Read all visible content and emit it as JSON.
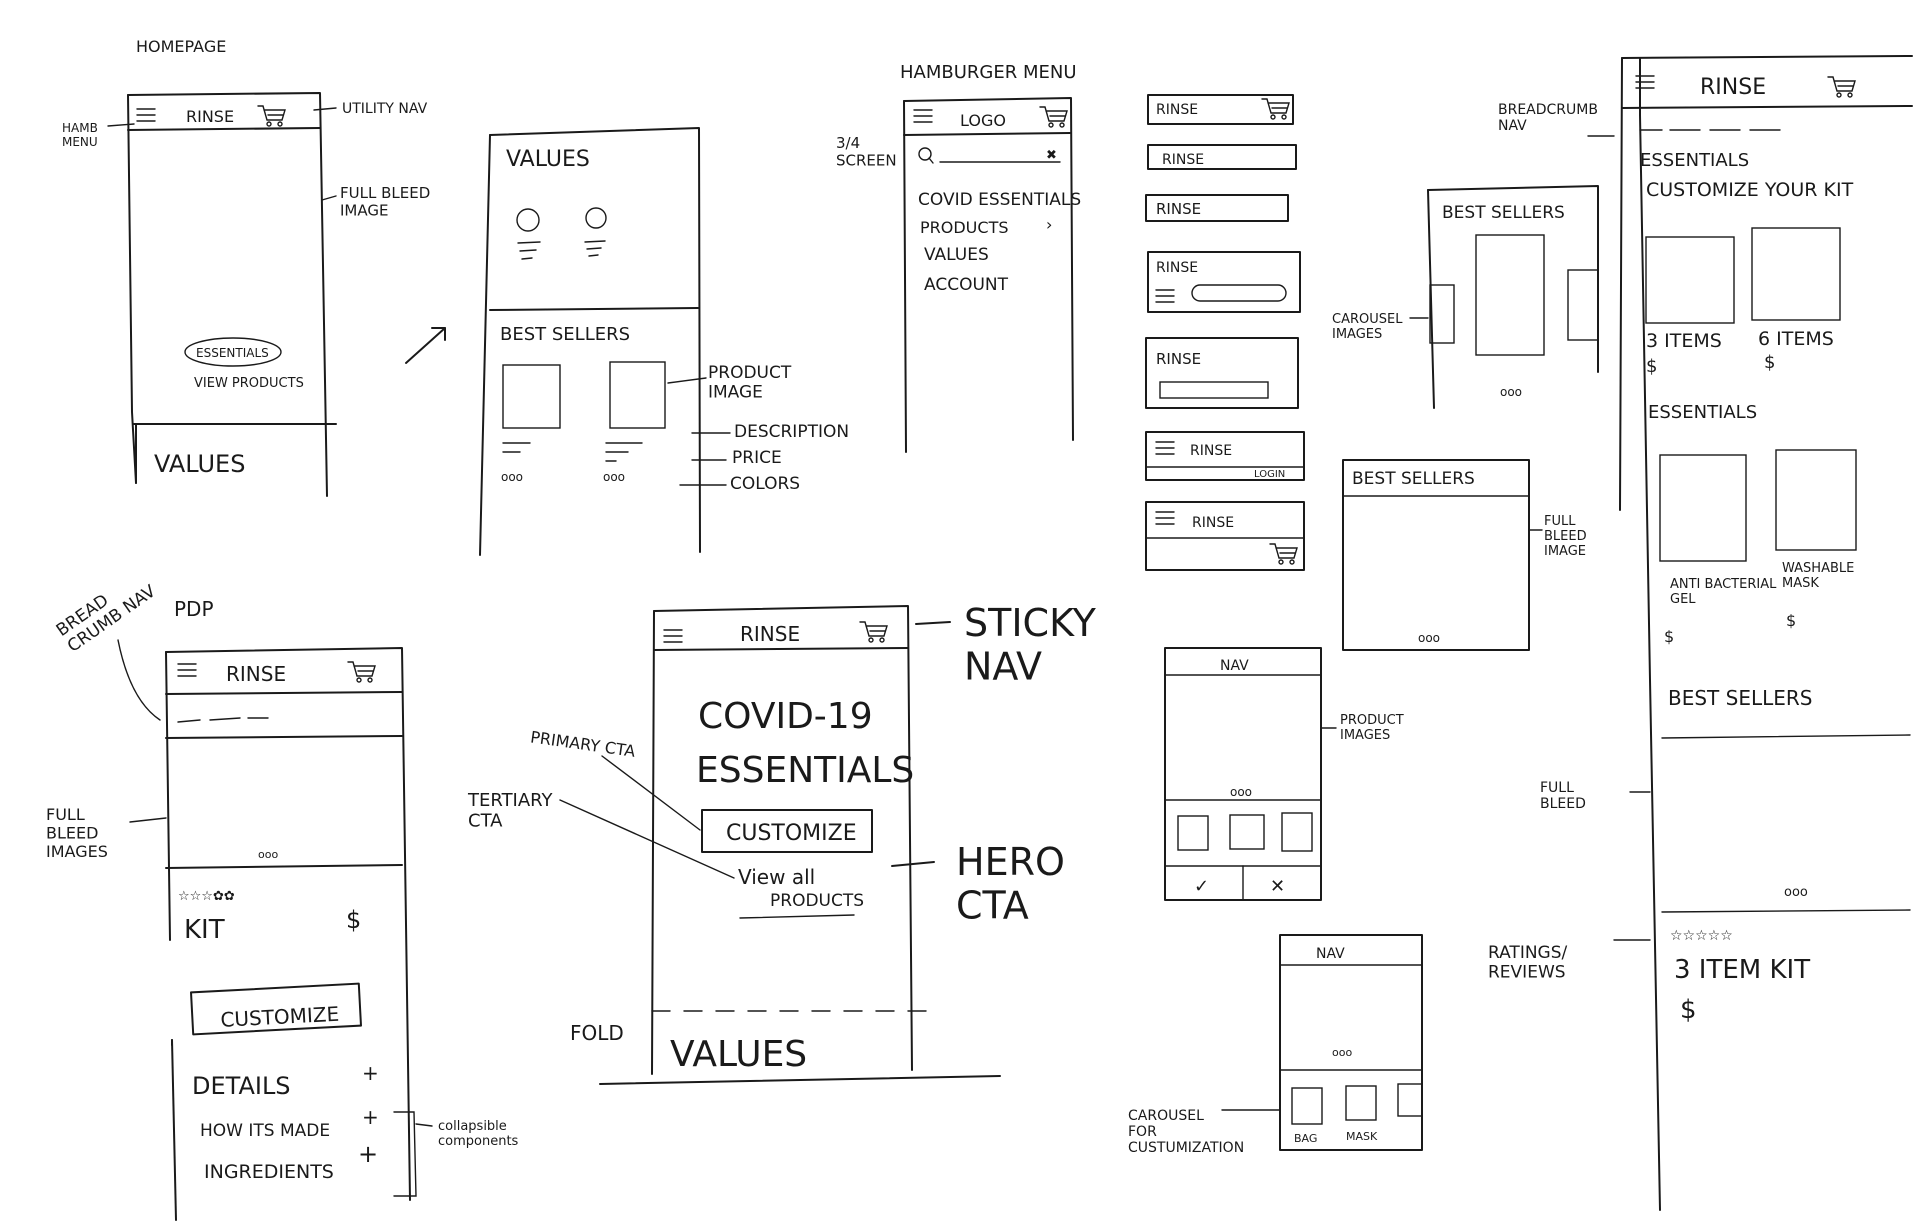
{
  "brand": "RINSE",
  "homepage": {
    "title": "HOMEPAGE",
    "annotations": {
      "hamb_menu": "HAMB\nMENU",
      "utility_nav": "UTILITY NAV",
      "full_bleed": "FULL BLEED\nIMAGE"
    },
    "essentials_button": "ESSENTIALS",
    "view_products": "VIEW PRODUCTS",
    "values": "VALUES"
  },
  "values_screen": {
    "values": "VALUES",
    "best_sellers": "BEST SELLERS",
    "annotations": {
      "product_image": "PRODUCT\nIMAGE",
      "description": "DESCRIPTION",
      "price": "PRICE",
      "colors": "COLORS"
    }
  },
  "hamburger_menu": {
    "title": "HAMBURGER MENU",
    "size_note": "3/4\nSCREEN",
    "logo": "LOGO",
    "items": [
      "COVID ESSENTIALS",
      "PRODUCTS",
      "VALUES",
      "ACCOUNT"
    ]
  },
  "nav_variations": {
    "login": "LOGIN"
  },
  "pdp": {
    "title": "PDP",
    "breadcrumb_label": "BREAD\nCRUMB NAV",
    "full_bleed_label": "FULL\nBLEED\nIMAGES",
    "rating": "☆☆☆✿✿",
    "kit": "KIT",
    "price": "$",
    "customize": "CUSTOMIZE",
    "accordion": [
      {
        "label": "DETAILS",
        "toggle": "+"
      },
      {
        "label": "HOW ITS MADE",
        "toggle": "+"
      },
      {
        "label": "INGREDIENTS",
        "toggle": "+"
      }
    ],
    "collapsible_note": "collapsible\ncomponents"
  },
  "hero": {
    "sticky_nav": "STICKY\nNAV",
    "headline": [
      "COVID-19",
      "ESSENTIALS"
    ],
    "primary_cta_label": "PRIMARY CTA",
    "tertiary_cta_label": "TERTIARY\nCTA",
    "customize": "CUSTOMIZE",
    "view_all": [
      "View all",
      "PRODUCTS"
    ],
    "hero_cta": "HERO\nCTA",
    "fold": "FOLD",
    "values": "VALUES"
  },
  "carousel_best_sellers": {
    "title": "BEST SELLERS",
    "annotation": "CAROUSEL\nIMAGES",
    "dots": "ooo"
  },
  "full_bleed_best_sellers": {
    "title": "BEST SELLERS",
    "annotation": "FULL\nBLEED\nIMAGE",
    "dots": "ooo"
  },
  "product_images_screen": {
    "nav": "NAV",
    "annotation": "PRODUCT\nIMAGES",
    "dots": "ooo"
  },
  "customization_screen": {
    "nav": "NAV",
    "items": [
      "BAG",
      "MASK"
    ],
    "annotation": "CAROUSEL\nFOR\nCUSTUMIZATION",
    "dots": "ooo"
  },
  "right_page": {
    "breadcrumb_label": "BREADCRUMB\nNAV",
    "essentials": "ESSENTIALS",
    "customize_kit": "CUSTOMIZE YOUR KIT",
    "kits": [
      {
        "label": "3 ITEMS",
        "price": "$"
      },
      {
        "label": "6 ITEMS",
        "price": "$"
      }
    ],
    "essentials2": "ESSENTIALS",
    "products": [
      {
        "label": "ANTI BACTERIAL\nGEL",
        "price": "$"
      },
      {
        "label": "WASHABLE\nMASK",
        "price": "$"
      }
    ],
    "best_sellers": "BEST SELLERS",
    "full_bleed_label": "FULL\nBLEED",
    "ratings_label": "RATINGS/\nREVIEWS",
    "rating": "☆☆☆☆☆",
    "kit_title": "3 ITEM KIT",
    "price": "$",
    "dots": "ooo"
  }
}
